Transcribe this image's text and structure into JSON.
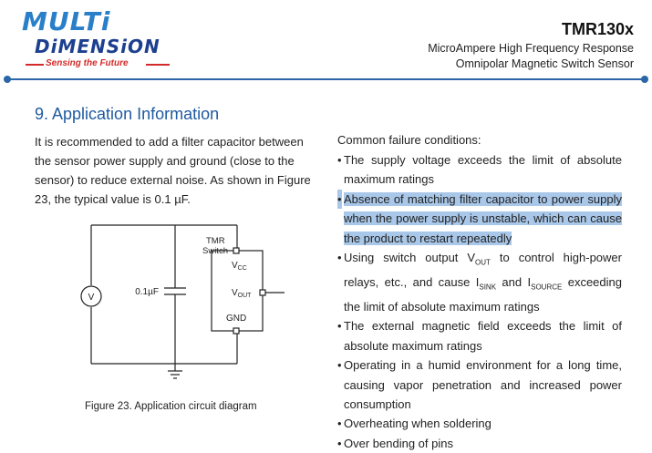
{
  "header": {
    "logo_word_1": "MULTi",
    "logo_word_2": "DiMENSiON",
    "logo_tagline": "Sensing the Future",
    "product_title": "TMR130x",
    "product_subtitle_1": "MicroAmpere High Frequency Response",
    "product_subtitle_2": "Omnipolar Magnetic Switch Sensor"
  },
  "section": {
    "title": "9. Application Information",
    "paragraph": "It is recommended to add a filter capacitor between the sensor power supply and ground (close to the sensor) to reduce external noise. As shown in Figure 23, the typical value is 0.1 µF."
  },
  "circuit": {
    "source_label": "V",
    "capacitor_label": "0.1µF",
    "chip_label_1": "TMR",
    "chip_label_2": "Switch",
    "pin_vcc": "V",
    "pin_vcc_sub": "CC",
    "pin_vout": "V",
    "pin_vout_sub": "OUT",
    "pin_gnd": "GND",
    "caption": "Figure 23. Application circuit diagram"
  },
  "failures": {
    "heading": "Common failure conditions:",
    "bullet": "•",
    "item1": "The supply voltage exceeds the limit of absolute maximum ratings",
    "item2": "Absence of matching filter capacitor to power supply when the power supply is unstable, which can cause the product to restart repeatedly",
    "item3_a": "Using switch output V",
    "item3_sub1": "OUT",
    "item3_b": " to control high-power relays, etc., and cause I",
    "item3_sub2": "SINK",
    "item3_c": " and I",
    "item3_sub3": "SOURCE",
    "item3_d": " exceeding the limit of absolute maximum ratings",
    "item4": "The external magnetic field exceeds the limit of absolute maximum ratings",
    "item5": "Operating in a humid environment for a long time, causing vapor penetration and increased power consumption",
    "item6": "Overheating when soldering",
    "item7": "Over bending of pins"
  },
  "colors": {
    "logo_blue": "#2a7fc9",
    "logo_navy": "#1c3f8f",
    "tagline_red": "#d32a2a",
    "rule_blue": "#2a66a8",
    "title_blue": "#1f5aa0",
    "highlight": "#a9c7e8"
  }
}
